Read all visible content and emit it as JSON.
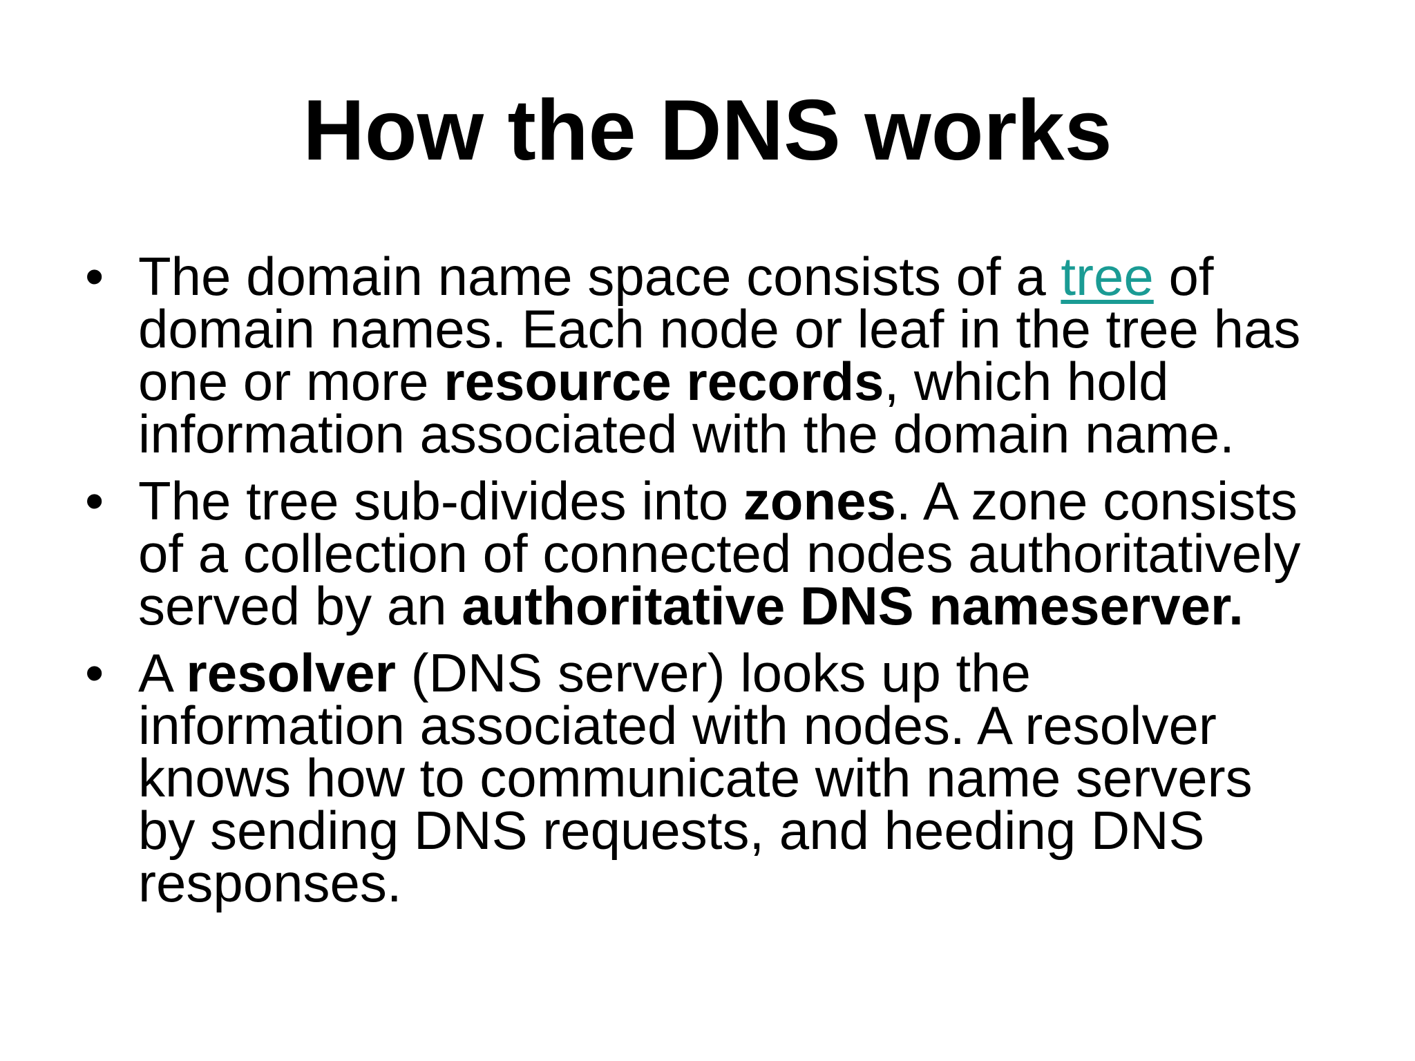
{
  "slide": {
    "title": "How the DNS works",
    "bullet_char": "•",
    "colors": {
      "background": "#ffffff",
      "text": "#000000",
      "link": "#1a9b94"
    },
    "bullets": [
      {
        "segments": [
          {
            "style": "normal",
            "text": "The domain name space consists of a "
          },
          {
            "style": "link",
            "text": "tree"
          },
          {
            "style": "normal",
            "text": " of\ndomain names. Each node or leaf in the tree has\none or more "
          },
          {
            "style": "bold",
            "text": "resource records"
          },
          {
            "style": "normal",
            "text": ", which hold\ninformation associated with the domain name."
          }
        ]
      },
      {
        "segments": [
          {
            "style": "normal",
            "text": "The tree sub-divides into "
          },
          {
            "style": "bold",
            "text": "zones"
          },
          {
            "style": "normal",
            "text": ". A zone consists\nof a collection of connected nodes authoritatively\nserved by an "
          },
          {
            "style": "bold",
            "text": "authoritative DNS nameserver."
          }
        ]
      },
      {
        "segments": [
          {
            "style": "normal",
            "text": "A "
          },
          {
            "style": "bold",
            "text": "resolver"
          },
          {
            "style": "normal",
            "text": " (DNS server) looks up the\ninformation associated with nodes. A resolver\nknows how to communicate with name servers\nby sending DNS requests, and heeding DNS\nresponses."
          }
        ]
      }
    ]
  }
}
